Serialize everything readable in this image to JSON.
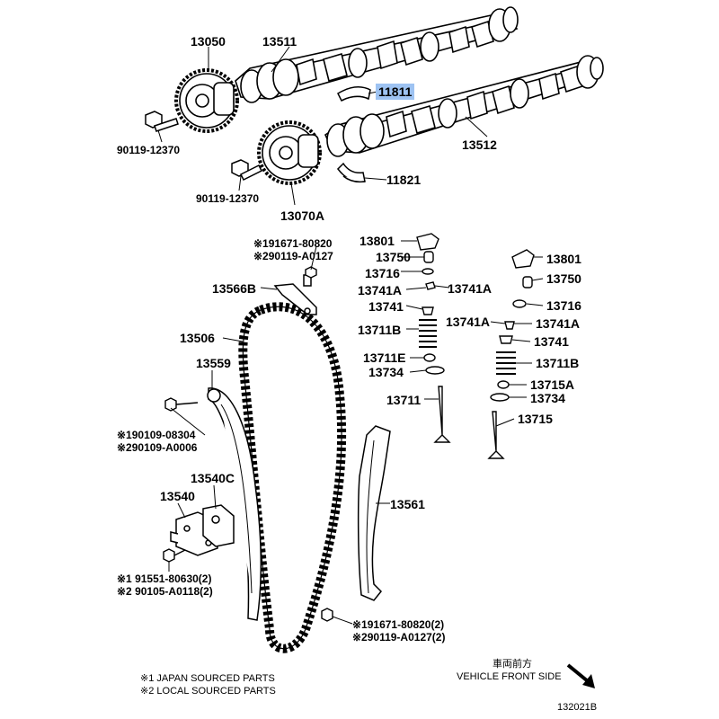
{
  "labels": {
    "p13050": "13050",
    "p13511": "13511",
    "p11811": "11811",
    "p13512": "13512",
    "p90119_a": "90119-12370",
    "p90119_b": "90119-12370",
    "p11821": "11821",
    "p13070A": "13070A",
    "p13801_l": "13801",
    "p13750_l": "13750",
    "p13716_l": "13716",
    "p13741A_ll": "13741A",
    "p13741A_lr": "13741A",
    "p13741_l": "13741",
    "p13711B_l": "13711B",
    "p13711E": "13711E",
    "p13734_l": "13734",
    "p13711": "13711",
    "p13801_r": "13801",
    "p13750_r": "13750",
    "p13716_r": "13716",
    "p13741A_rl": "13741A",
    "p13741A_rr": "13741A",
    "p13741_r": "13741",
    "p13711B_r": "13711B",
    "p13715A": "13715A",
    "p13734_r": "13734",
    "p13715": "13715",
    "p13566B": "13566B",
    "p13506": "13506",
    "p13559": "13559",
    "p13540C": "13540C",
    "p13540": "13540",
    "p13561": "13561",
    "bolt_top_1": "※191671-80820",
    "bolt_top_2": "※290119-A0127",
    "bolt_13559_1": "※190109-08304",
    "bolt_13559_2": "※290109-A0006",
    "bolt_13540_1": "※1 91551-80630(2)",
    "bolt_13540_2": "※2 90105-A0118(2)",
    "bolt_bottom_1": "※191671-80820(2)",
    "bolt_bottom_2": "※290119-A0127(2)"
  },
  "footnotes": {
    "note1": "※1 JAPAN SOURCED PARTS",
    "note2": "※2 LOCAL SOURCED PARTS"
  },
  "direction": {
    "jp": "車両前方",
    "en": "VEHICLE FRONT SIDE"
  },
  "diagram_id": "132021B",
  "highlight_color": "#9ec3f2"
}
